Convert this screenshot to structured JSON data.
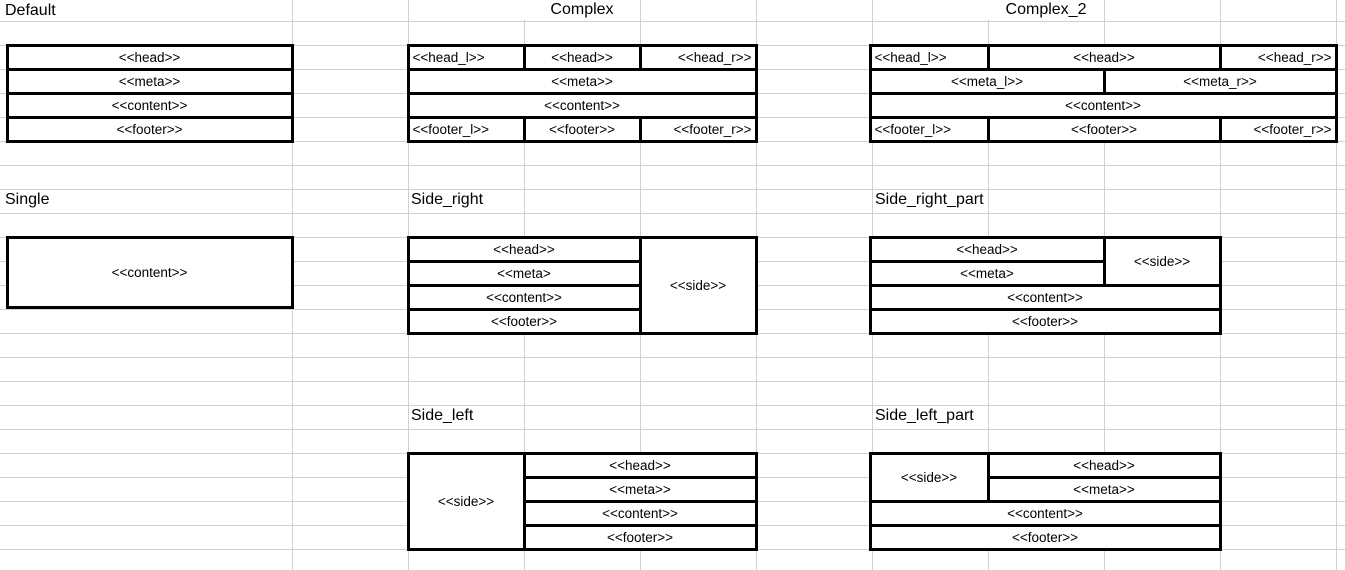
{
  "colors": {
    "gridline": "#d0d0d0",
    "cell_border": "#000000",
    "text": "#000000",
    "background": "#ffffff"
  },
  "layouts": {
    "default": {
      "title": "Default",
      "cells": {
        "head": "<<head>>",
        "meta": "<<meta>>",
        "content": "<<content>>",
        "footer": "<<footer>>"
      }
    },
    "complex": {
      "title": "Complex",
      "cells": {
        "head_l": "<<head_l>>",
        "head": "<<head>>",
        "head_r": "<<head_r>>",
        "meta": "<<meta>>",
        "content": "<<content>>",
        "footer_l": "<<footer_l>>",
        "footer": "<<footer>>",
        "footer_r": "<<footer_r>>"
      }
    },
    "complex_2": {
      "title": "Complex_2",
      "cells": {
        "head_l": "<<head_l>>",
        "head": "<<head>>",
        "head_r": "<<head_r>>",
        "meta_l": "<<meta_l>>",
        "meta_r": "<<meta_r>>",
        "content": "<<content>>",
        "footer_l": "<<footer_l>>",
        "footer": "<<footer>>",
        "footer_r": "<<footer_r>>"
      }
    },
    "single": {
      "title": "Single",
      "cells": {
        "content": "<<content>>"
      }
    },
    "side_right": {
      "title": "Side_right",
      "cells": {
        "head": "<<head>>",
        "meta": "<<meta>",
        "content": "<<content>>",
        "footer": "<<footer>>",
        "side": "<<side>>"
      }
    },
    "side_right_part": {
      "title": "Side_right_part",
      "cells": {
        "head": "<<head>>",
        "meta": "<<meta>",
        "side": "<<side>>",
        "content": "<<content>>",
        "footer": "<<footer>>"
      }
    },
    "side_left": {
      "title": "Side_left",
      "cells": {
        "side": "<<side>>",
        "head": "<<head>>",
        "meta": "<<meta>>",
        "content": "<<content>>",
        "footer": "<<footer>>"
      }
    },
    "side_left_part": {
      "title": "Side_left_part",
      "cells": {
        "side": "<<side>>",
        "head": "<<head>>",
        "meta": "<<meta>>",
        "content": "<<content>>",
        "footer": "<<footer>>"
      }
    }
  }
}
